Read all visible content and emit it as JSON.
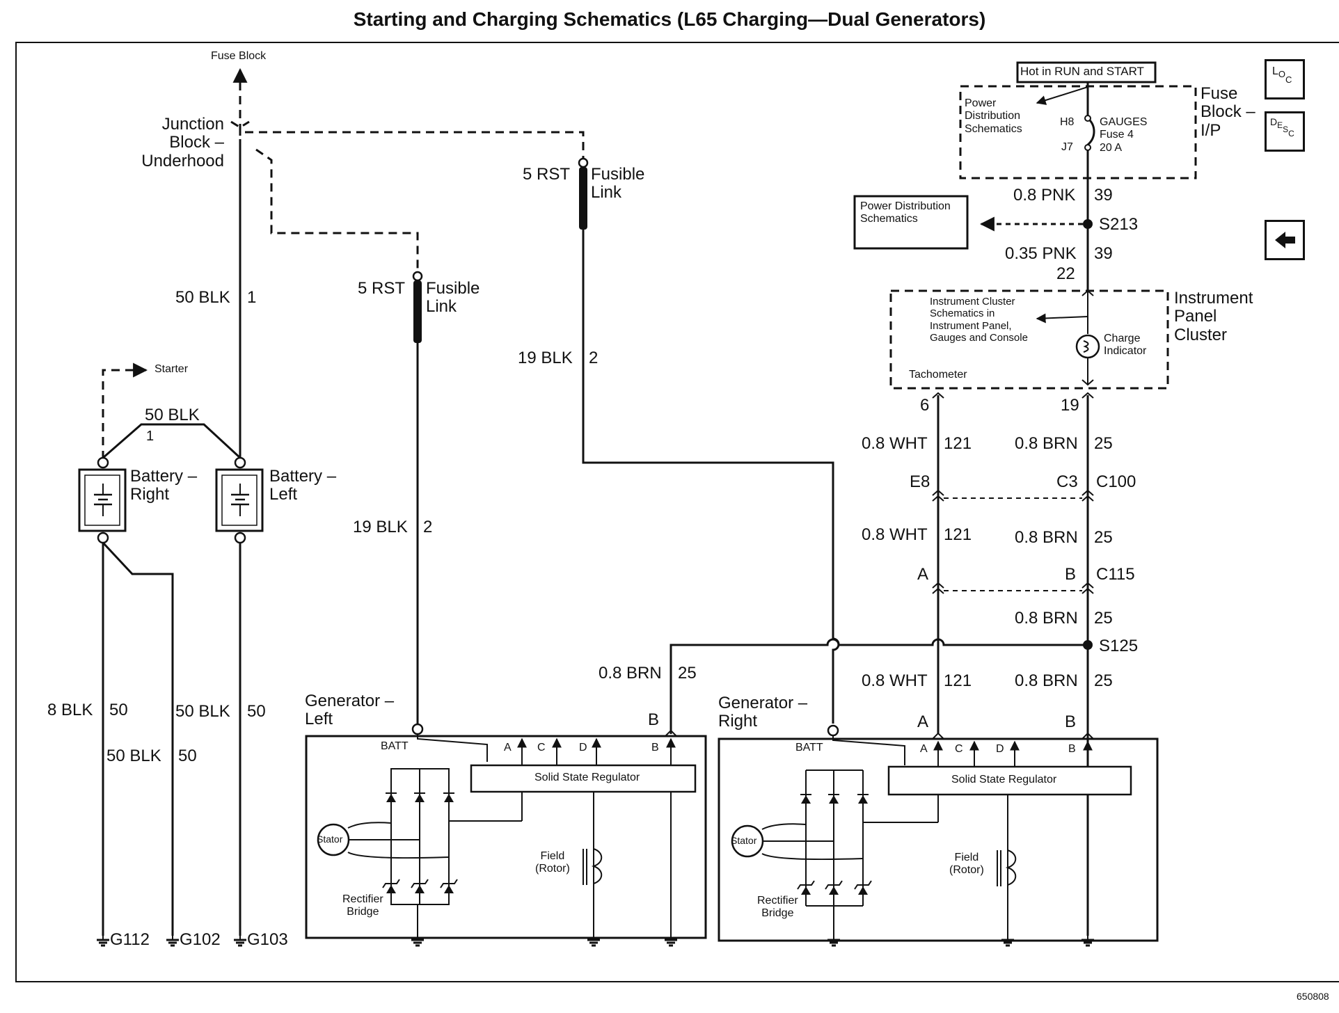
{
  "title": "Starting and Charging Schematics (L65 Charging—Dual Generators)",
  "figure_id": "650808",
  "nav": {
    "loc": "LOC",
    "desc": "DESC",
    "back_icon": "left-arrow-icon"
  },
  "labels": {
    "fuse_block_top": "Fuse Block",
    "junction_block": "Junction\nBlock –\nUnderhood",
    "starter": "Starter",
    "battery_right": "Battery –\nRight",
    "battery_left": "Battery –\nLeft",
    "gen_left": "Generator –\nLeft",
    "gen_right": "Generator –\nRight",
    "fusible_link": "Fusible\nLink",
    "hot_in_run": "Hot in RUN and START",
    "fuse_block_ip": "Fuse\nBlock –\nI/P",
    "power_dist_1": "Power\nDistribution\nSchematics",
    "power_dist_2": "Power Distribution\nSchematics",
    "gauges_fuse": "GAUGES\nFuse 4\n20 A",
    "h8": "H8",
    "j7": "J7",
    "ipc": "Instrument\nPanel\nCluster",
    "ic_schem": "Instrument Cluster\nSchematics in\nInstrument Panel,\nGauges and Console",
    "charge_ind": "Charge\nIndicator",
    "tachometer": "Tachometer",
    "batt": "BATT",
    "ssr": "Solid State Regulator",
    "stator": "Stator",
    "field": "Field\n(Rotor)",
    "rectifier": "Rectifier\nBridge",
    "term_a": "A",
    "term_b": "B",
    "term_c": "C",
    "term_d": "D",
    "g112": "G112",
    "g102": "G102",
    "g103": "G103"
  },
  "wires": {
    "w_50blk_1": "50 BLK",
    "c_1": "1",
    "w_50blk_bat": "50 BLK",
    "c_1b": "1",
    "w_5rst_l": "5 RST",
    "w_5rst_r": "5 RST",
    "w_19blk_r": "19 BLK",
    "c_2_r": "2",
    "w_19blk_l": "19 BLK",
    "c_2_l": "2",
    "w_8blk": "8 BLK",
    "c_50_a": "50",
    "w_50blk_g103": "50 BLK",
    "c_50_b": "50",
    "w_50blk_g102": "50 BLK",
    "c_50_c": "50",
    "w_08pnk": "0.8 PNK",
    "c_39a": "39",
    "s213": "S213",
    "w_035pnk": "0.35 PNK",
    "c_39b": "39",
    "pin_22": "22",
    "pin_6": "6",
    "pin_19": "19",
    "w_wht_1": "0.8 WHT",
    "c_121_1": "121",
    "w_brn_1": "0.8 BRN",
    "c_25_1": "25",
    "e8": "E8",
    "c3": "C3",
    "c100": "C100",
    "w_wht_2": "0.8 WHT",
    "c_121_2": "121",
    "w_brn_2": "0.8 BRN",
    "c_25_2": "25",
    "conn_a": "A",
    "conn_b": "B",
    "c115": "C115",
    "w_brn_3": "0.8 BRN",
    "c_25_3": "25",
    "s125": "S125",
    "w_brn_4": "0.8 BRN",
    "c_25_4": "25",
    "w_wht_5": "0.8 WHT",
    "c_121_5": "121",
    "w_brn_5": "0.8 BRN",
    "c_25_5": "25",
    "gl_b": "B",
    "gr_a": "A",
    "gr_b": "B"
  }
}
